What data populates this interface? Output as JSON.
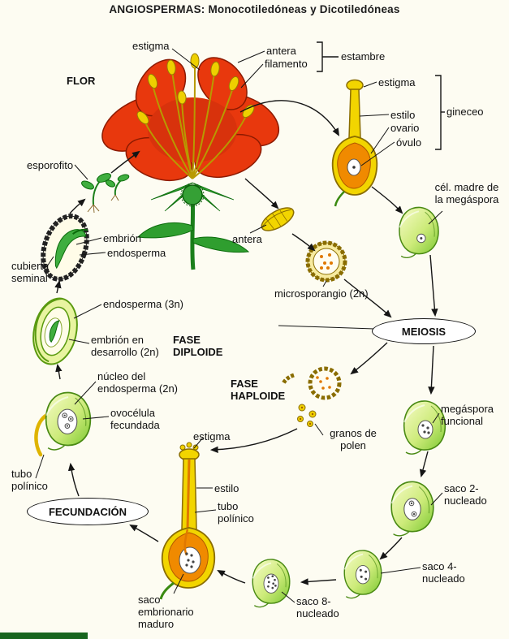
{
  "title": "ANGIOSPERMAS: Monocotiledóneas y Dicotiledóneas",
  "flower": {
    "flor": "FLOR",
    "estigma": "estigma",
    "antera": "antera",
    "filamento": "filamento",
    "estambre": "estambre"
  },
  "gineceo": {
    "estigma": "estigma",
    "estilo": "estilo",
    "ovario": "ovario",
    "ovulo": "óvulo",
    "grupo": "gineceo"
  },
  "ciclo_izquierda": {
    "esporofito": "esporofito",
    "embrion": "embrión",
    "endosperma": "endosperma",
    "cubierta_seminal": "cubierta seminal",
    "endosperma_3n": "endosperma (3n)",
    "embrion_desarrollo": "embrión en desarrollo (2n)",
    "nucleo_endosperma": "núcleo del endosperma (2n)",
    "ovocelula_fecundada": "ovocélula fecundada",
    "tubo_polinico": "tubo polínico",
    "fecundacion": "FECUNDACIÓN"
  },
  "centro": {
    "antera": "antera",
    "microsporangio": "microsporangio (2n)",
    "fase_diploide": "FASE DIPLOIDE",
    "fase_haploide": "FASE HAPLOIDE",
    "granos_de_polen": "granos de polen",
    "estigma": "estigma",
    "estilo": "estilo",
    "tubo_polinico": "tubo polínico",
    "saco_embrionario_maduro": "saco embrionario maduro"
  },
  "ciclo_derecha": {
    "celula_madre": "cél. madre de la megáspora",
    "meiosis": "MEIOSIS",
    "megaspora_funcional": "megáspora funcional",
    "saco_2_nucleado": "saco 2-nucleado",
    "saco_4_nucleado": "saco 4-nucleado",
    "saco_8_nucleado": "saco 8-nucleado"
  },
  "colors": {
    "petalo_rojo": "#e03a10",
    "amarillo_antera": "#f2d500",
    "verde_hoja": "#3fae3f",
    "verde_ovulo": "#7cc832",
    "naranja_ovario": "#f08a00"
  }
}
